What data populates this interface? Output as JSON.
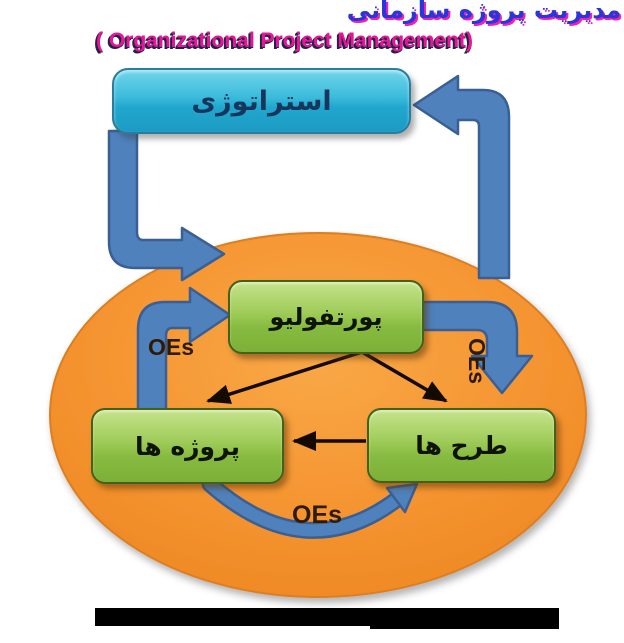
{
  "title": {
    "persian": "مدیریت پروژه سازمانی",
    "english": "( Organizational Project Management)"
  },
  "diagram": {
    "strategy": "استراتوژی",
    "portfolio": "پورتفولیو",
    "projects": "پروژه ها",
    "programs": "طرح ها",
    "oes_left": "OEs",
    "oes_right": "OEs",
    "oes_bottom": "OEs",
    "relations": [
      "strategy -> cycle (blue elbow arrow down-right)",
      "cycle -> strategy (blue elbow arrow up-left)",
      "projects -> portfolio (blue elbow arrow, OEs)",
      "portfolio -> programs (blue elbow arrow, OEs)",
      "projects -> programs (blue curved arc, OEs)",
      "portfolio -> projects (black arrow)",
      "portfolio -> programs (black arrow)",
      "programs -> projects (black arrow)"
    ]
  },
  "colors": {
    "title_blue": "#2936d9",
    "title_magenta": "#ec1399",
    "title_shadow_navy": "#1d2446",
    "arrow_blue": "#4f81bd",
    "arrow_blue_outline": "#3a5f94",
    "ellipse_orange": "#f4932f",
    "ellipse_border": "#dd7e22",
    "node_green": "#8cbf4a",
    "node_cyan": "#2fb3d6",
    "connector_black": "#140a00",
    "bottom_bar": "#000000"
  }
}
